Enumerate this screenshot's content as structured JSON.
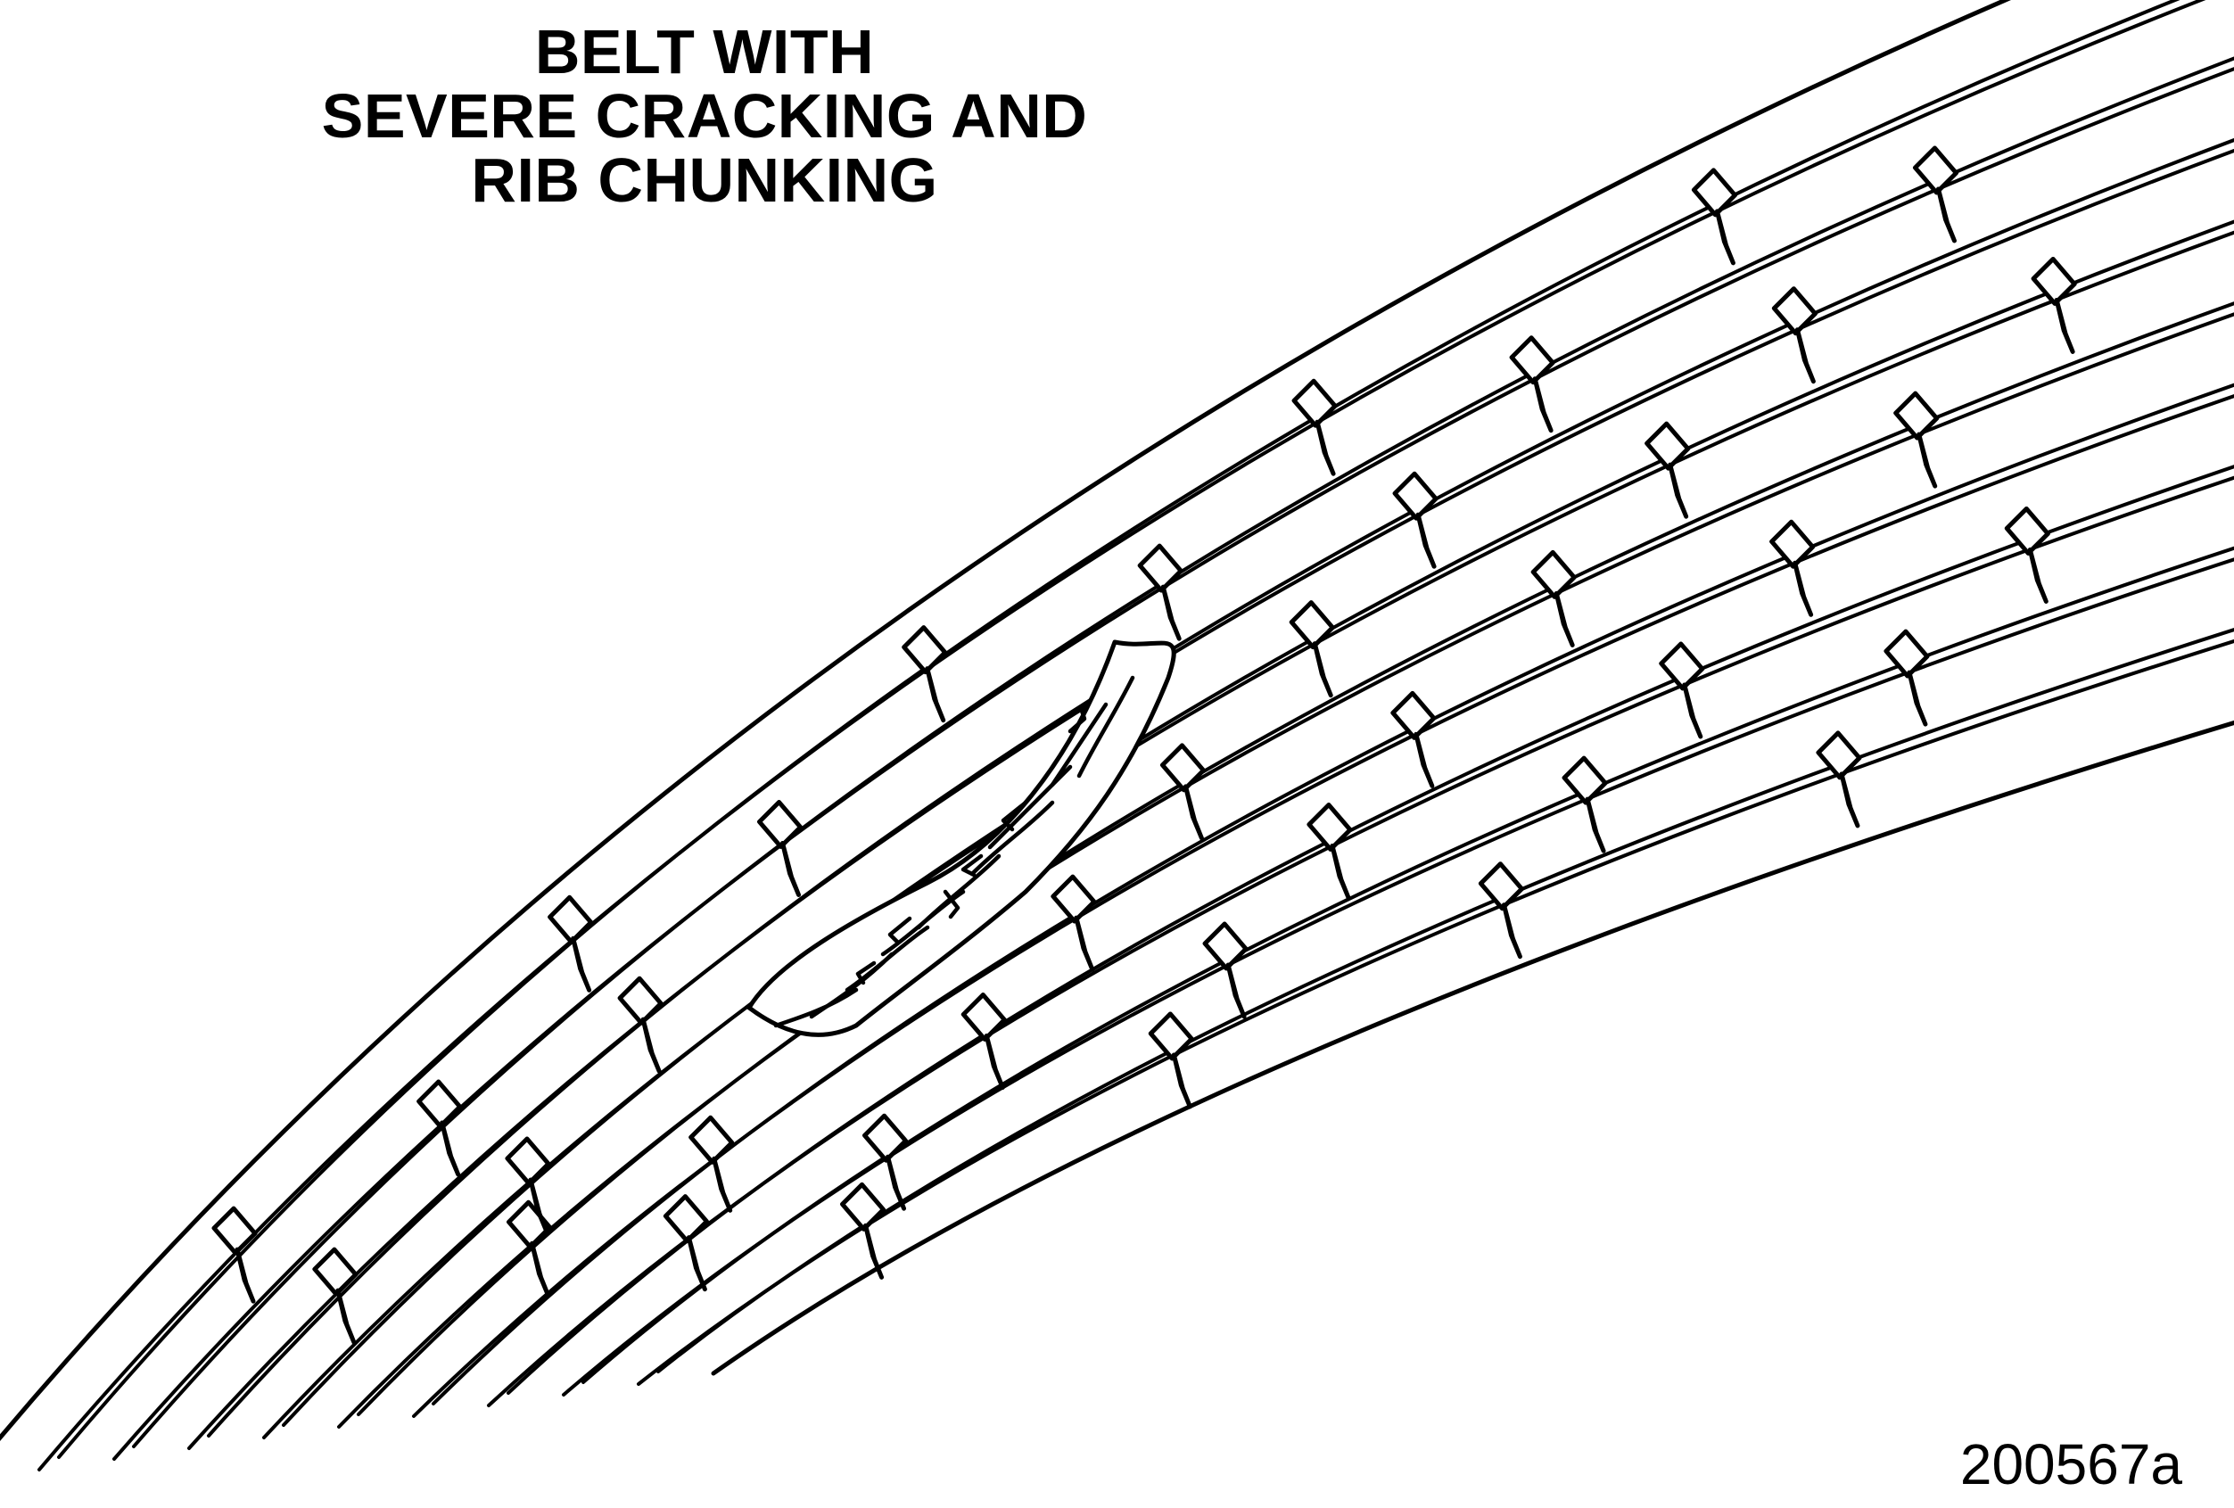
{
  "title": {
    "line1": "BELT WITH",
    "line2": "SEVERE CRACKING AND",
    "line3": "RIB CHUNKING"
  },
  "figure_id": "200567a",
  "colors": {
    "line": "#000000",
    "background": "#ffffff"
  }
}
